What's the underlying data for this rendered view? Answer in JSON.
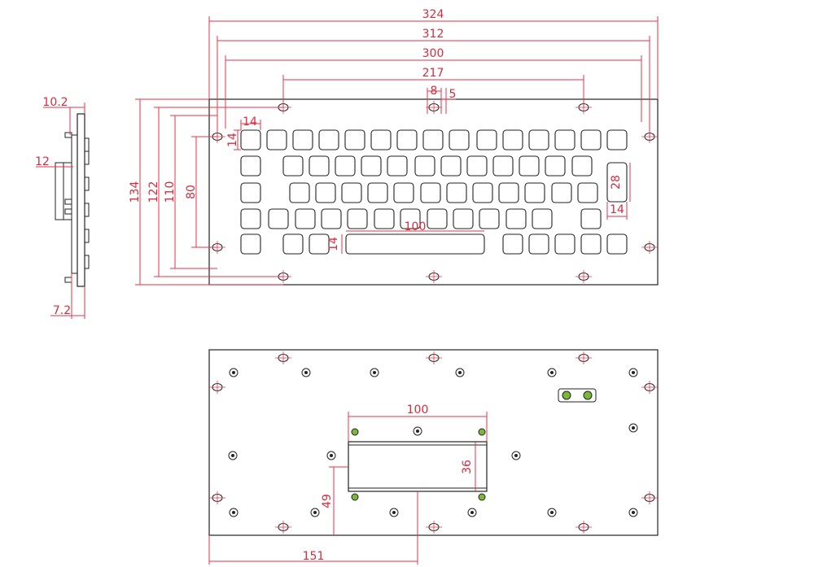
{
  "front_view": {
    "dimensions": {
      "overall_width": "324",
      "hole_span_outer": "312",
      "hole_span_inner": "300",
      "top_hole_span": "217",
      "slot_width": "8",
      "slot_offset": "5",
      "overall_height": "134",
      "hole_span_v_outer": "122",
      "hole_span_v_inner": "110",
      "key_area_height": "80",
      "key_width": "14",
      "key_height": "14",
      "enter_key_height": "28",
      "enter_key_width": "14",
      "spacebar_width": "100",
      "spacebar_height": "14"
    }
  },
  "side_view": {
    "dimensions": {
      "total_depth": "10.2",
      "connector_height": "12",
      "plate_depth": "7.2"
    }
  },
  "rear_view": {
    "dimensions": {
      "cutout_width": "100",
      "cutout_height": "36",
      "cutout_offset_y": "49",
      "cutout_offset_x": "151"
    }
  },
  "colors": {
    "dimension_lines": "#e8334a",
    "outline": "#222222",
    "connector_pad": "#7ab83a"
  }
}
